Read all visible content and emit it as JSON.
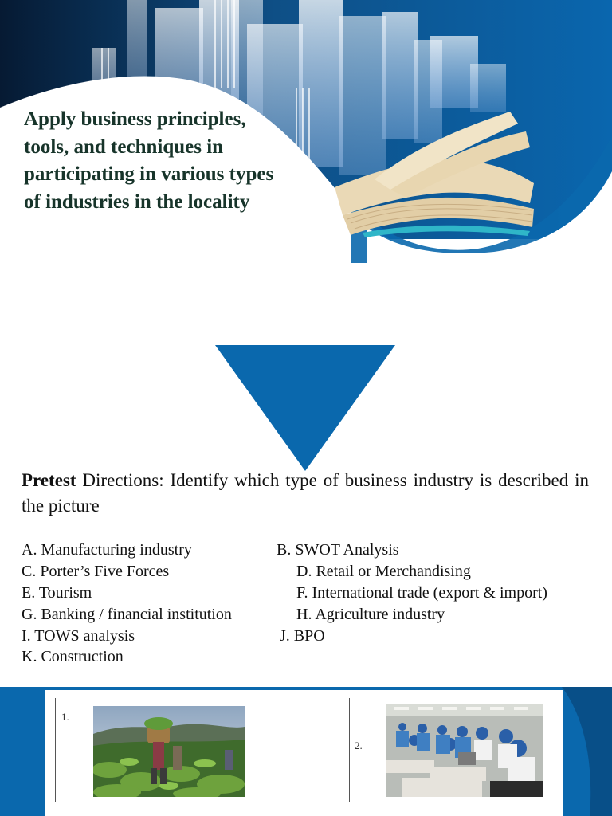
{
  "slide": {
    "title": "Apply business principles, tools, and techniques in participating in various types of industries in the locality"
  },
  "pretest": {
    "label": "Pretest",
    "directions": " Directions: Identify which type of business industry is described in the picture"
  },
  "options": [
    "A.  Manufacturing industry",
    "B. SWOT Analysis",
    "C. Porter’s Five Forces",
    "D. Retail or Merchandising",
    "E. Tourism",
    "F. International trade (export & import)",
    "G. Banking / financial institution",
    "H. Agriculture industry",
    "I.    TOWS analysis",
    "J. BPO",
    "K. Construction"
  ],
  "items": [
    {
      "number": "1.",
      "image": "farmers-harvesting-crops-photo"
    },
    {
      "number": "2.",
      "image": "garment-factory-workers-photo"
    }
  ],
  "colors": {
    "accent": "#0a68ad",
    "dark_navy": "#05213f",
    "title_green": "#17342a"
  }
}
